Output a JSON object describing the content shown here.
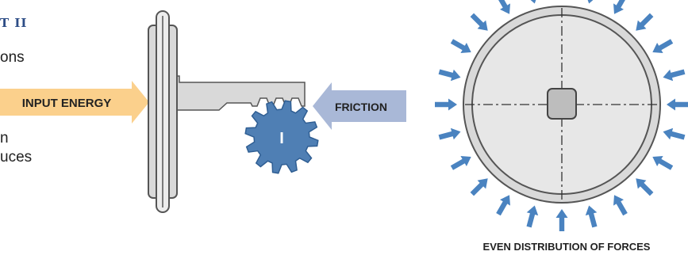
{
  "left_panel": {
    "heading_fragment": "T II",
    "text_fragments": [
      "ons",
      "n",
      "uces"
    ]
  },
  "labels": {
    "input_energy": "INPUT ENERGY",
    "friction": "FRICTION",
    "gear_mark": "I",
    "even_distribution": "EVEN DISTRIBUTION OF FORCES"
  },
  "colors": {
    "input_arrow": "#fbd08c",
    "friction_arrow": "#a9b8d7",
    "gear": "#4f7fb4",
    "force_arrows": "#4a83c0",
    "part_fill": "#d9d9d9",
    "disc_fill": "#e7e7e7"
  },
  "icons": {
    "input_arrow": "arrow-right-icon",
    "friction_arrow": "arrow-left-icon",
    "gear": "gear-icon",
    "force_arrows": "arrow-inward-icon"
  },
  "diagram": {
    "force_arrow_count": 24
  }
}
